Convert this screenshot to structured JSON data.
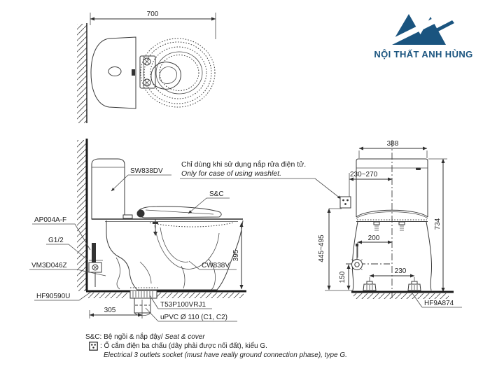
{
  "logo": {
    "brand": "NỘI THẤT ANH HÙNG",
    "color": "#1a547f"
  },
  "drawing": {
    "line_color": "#3a3a3a",
    "part_labels": {
      "tank": "SW838DV",
      "seat_cover": "S&C",
      "bowl": "CW838V",
      "angle_valve": "AP004A-F",
      "thread": "G1/2",
      "fitting": "VM3D046Z",
      "seal": "HF90590U",
      "flange": "T53P100VRJ1",
      "drain_pipe": "uPVC Ø 110 (C1, C2)",
      "bolt_cap": "HF9A874"
    },
    "dimensions": {
      "overall_depth": "700",
      "rough_in": "305",
      "rim_height": "395",
      "tank_width": "388",
      "supply_height_range": "230~270",
      "overall_height": "734",
      "socket_height_range": "445~495",
      "supply_offset": "200",
      "valve_height": "150",
      "bolt_spacing": "230"
    }
  },
  "notes": {
    "washlet_vi": "Chỉ dùng khi sử dụng nắp rửa điện tử.",
    "washlet_en": "Only for case of using washlet.",
    "seat_prefix": "S&C: Bệ ngồi & nắp đậy/ ",
    "seat_en": "Seat & cover",
    "socket_vi": ": Ổ cắm điện ba chấu (dây phải được nối đất), kiểu G.",
    "socket_en": "Electrical 3 outlets socket (must have really ground connection phase), type G."
  }
}
